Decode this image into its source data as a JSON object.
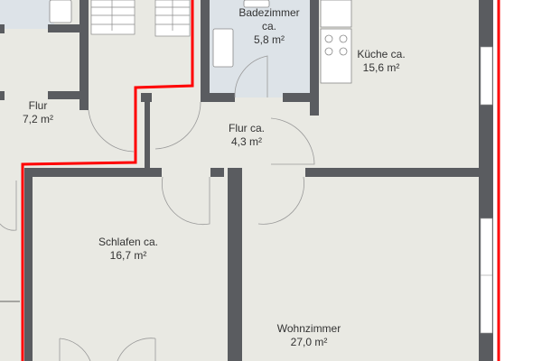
{
  "rooms": [
    {
      "name": "Badezimmer",
      "name2": "ca.",
      "area": "5,8 m²"
    },
    {
      "name": "Küche ca.",
      "area": "15,6 m²"
    },
    {
      "name": "Flur",
      "area": "7,2 m²"
    },
    {
      "name": "Flur ca.",
      "area": "4,3 m²"
    },
    {
      "name": "Schlafen ca.",
      "area": "16,7 m²"
    },
    {
      "name": "Wohnzimmer",
      "area": "27,0 m²"
    }
  ],
  "colors": {
    "floor": "#e9e9e3",
    "wall": "#5a5c60",
    "bath": "#dde3e8",
    "boundary": "#ff0000"
  }
}
